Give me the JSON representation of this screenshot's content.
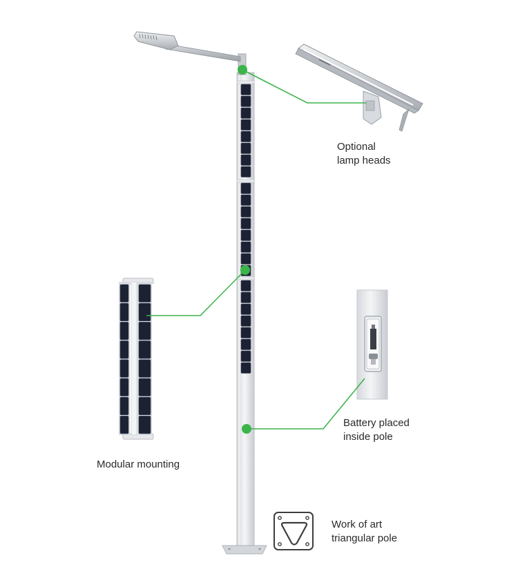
{
  "labels": {
    "lamp_heads": [
      "Optional",
      "lamp heads"
    ],
    "modular": "Modular mounting",
    "battery": [
      "Battery placed",
      "inside pole"
    ],
    "triangular": [
      "Work of art",
      "triangular pole"
    ]
  },
  "colors": {
    "accent": "#3bb44a",
    "panel": "#1c2233",
    "metal": "#e4e6e9",
    "metal_edge": "#b9bdc3",
    "text": "#2a2a2a"
  }
}
